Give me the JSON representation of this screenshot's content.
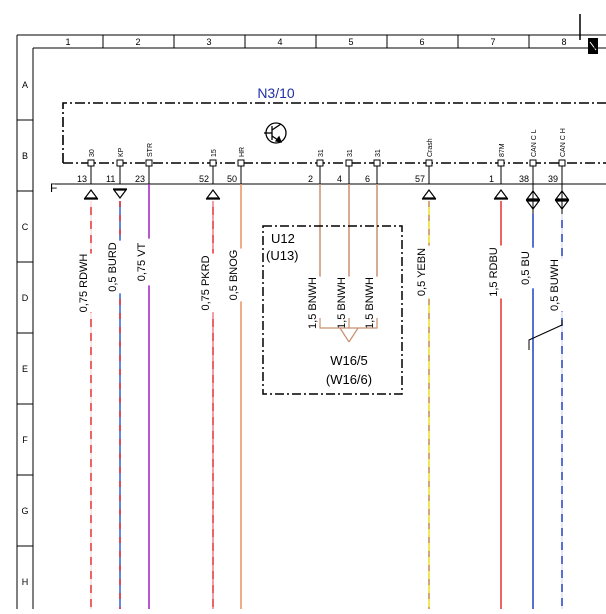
{
  "columns": [
    "1",
    "2",
    "3",
    "4",
    "5",
    "6",
    "7",
    "8"
  ],
  "rows": [
    "A",
    "B",
    "C",
    "D",
    "E",
    "F",
    "G",
    "H"
  ],
  "module": {
    "label": "N3/10",
    "label_color": "#1f2fa8",
    "pins": [
      {
        "name": "30",
        "num": "13"
      },
      {
        "name": "KP",
        "num": "11"
      },
      {
        "name": "STR",
        "num": "23"
      },
      {
        "name": "15",
        "num": "52"
      },
      {
        "name": "HR",
        "num": "50"
      },
      {
        "name": "31",
        "num": "2"
      },
      {
        "name": "31",
        "num": "4"
      },
      {
        "name": "31",
        "num": "6"
      },
      {
        "name": "Crash",
        "num": "57"
      },
      {
        "name": "87M",
        "num": "1"
      },
      {
        "name": "CAN C L",
        "num": "38"
      },
      {
        "name": "CAN C H",
        "num": "39"
      }
    ]
  },
  "connector_letter": "F",
  "wires": [
    {
      "label": "0,75 RDWH",
      "color": "#e53030",
      "stripe": "#ffffff",
      "dash": true
    },
    {
      "label": "0,5 BURD",
      "color": "#3060d0",
      "stripe": "#e53030",
      "dash": true
    },
    {
      "label": "0,75 VT",
      "color": "#a020c0",
      "stripe": "",
      "dash": false
    },
    {
      "label": "0,75 PKRD",
      "color": "#e53030",
      "stripe": "#f0a0b0",
      "dash": true
    },
    {
      "label": "0,5 BNOG",
      "color": "#e89060",
      "stripe": "",
      "dash": false
    },
    {
      "label": "1,5 BNWH",
      "color": "#c89070",
      "stripe": "",
      "dash": false
    },
    {
      "label": "1,5 BNWH",
      "color": "#c89070",
      "stripe": "",
      "dash": false
    },
    {
      "label": "1,5 BNWH",
      "color": "#c89070",
      "stripe": "",
      "dash": false
    },
    {
      "label": "0,5 YEBN",
      "color": "#e8e020",
      "stripe": "#c89070",
      "dash": true
    },
    {
      "label": "1,5 RDBU",
      "color": "#e53030",
      "stripe": "#3060d0",
      "dash": false
    },
    {
      "label": "0,5 BU",
      "color": "#2040c0",
      "stripe": "",
      "dash": false
    },
    {
      "label": "0,5 BUWH",
      "color": "#2040c0",
      "stripe": "#ffffff",
      "dash": true
    }
  ],
  "ground_box": {
    "line1": "U12",
    "line2": "(U13)"
  },
  "ground_point": {
    "line1": "W16/5",
    "line2": "(W16/6)",
    "color": "#1f2fa8"
  },
  "colors": {
    "frame": "#000000",
    "wire_brown": "#c89070"
  }
}
